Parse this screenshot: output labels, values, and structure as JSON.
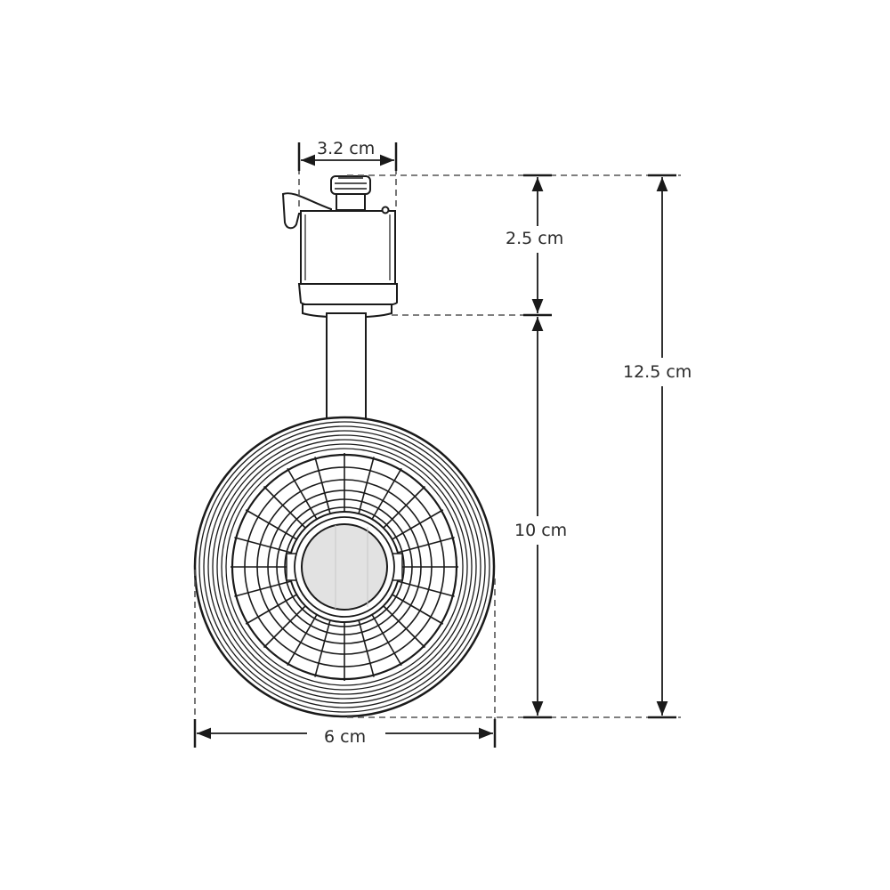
{
  "diagram": {
    "subject": "Track spotlight dimension drawing",
    "dimensions": {
      "adapter_width": {
        "label": "3.2 cm"
      },
      "adapter_height": {
        "label": "2.5 cm"
      },
      "total_height": {
        "label": "12.5 cm"
      },
      "head_height": {
        "label": "10 cm"
      },
      "head_width": {
        "label": "6 cm"
      }
    },
    "colors": {
      "line": "#1a1a1a",
      "dash": "#555555",
      "lens_fill": "#e2e2e2"
    }
  }
}
